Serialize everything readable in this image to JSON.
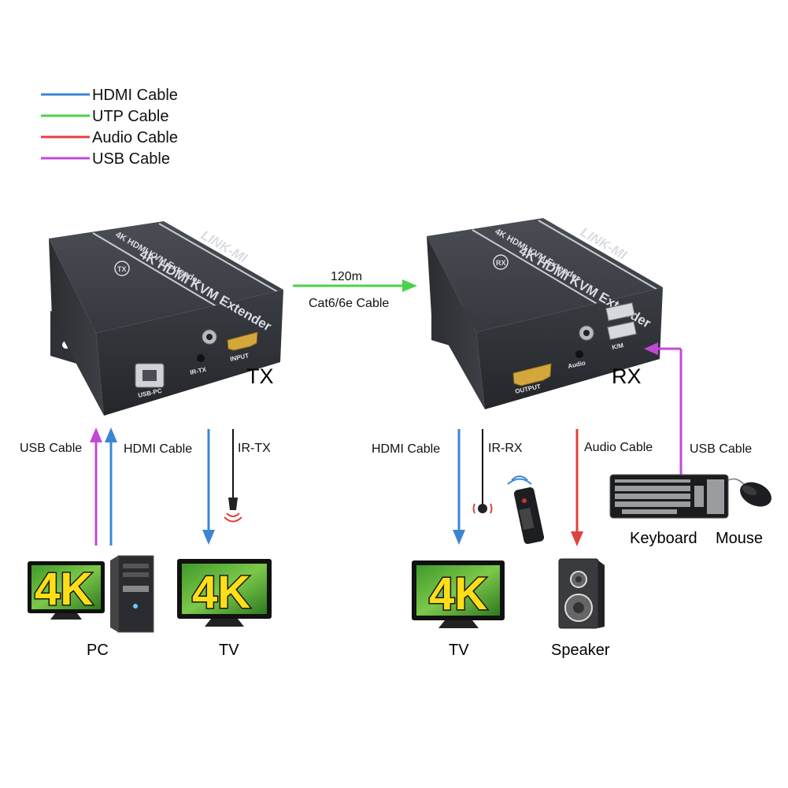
{
  "legend": [
    {
      "label": "HDMI Cable",
      "color": "#3b86d4"
    },
    {
      "label": "UTP Cable",
      "color": "#4bd24b"
    },
    {
      "label": "Audio Cable",
      "color": "#e0413e"
    },
    {
      "label": "USB Cable",
      "color": "#c04ad6"
    }
  ],
  "link": {
    "length": "120m",
    "cable": "Cat6/6e Cable"
  },
  "tx": {
    "label": "TX",
    "brand": "LINK-MI",
    "model": "4K HDMI KVM Extender",
    "badge": "TX",
    "ports": {
      "usb": "USB-PC",
      "ir": "IR-TX",
      "hdmi": "INPUT"
    }
  },
  "rx": {
    "label": "RX",
    "brand": "LINK-MI",
    "model": "4K HDMI KVM Extender",
    "badge": "RX",
    "ports": {
      "hdmi": "OUTPUT",
      "audio": "Audio",
      "usb": "K/M"
    }
  },
  "connections": {
    "usb_cable": "USB Cable",
    "hdmi_cable_tx": "HDMI Cable",
    "ir_tx": "IR-TX",
    "hdmi_cable_rx": "HDMI Cable",
    "ir_rx": "IR-RX",
    "audio_cable": "Audio Cable",
    "usb_cable_rx": "USB Cable"
  },
  "devices": {
    "pc": "PC",
    "tv_tx": "TV",
    "tv_rx": "TV",
    "speaker": "Speaker",
    "keyboard": "Keyboard",
    "mouse": "Mouse",
    "screen_text": "4K"
  }
}
